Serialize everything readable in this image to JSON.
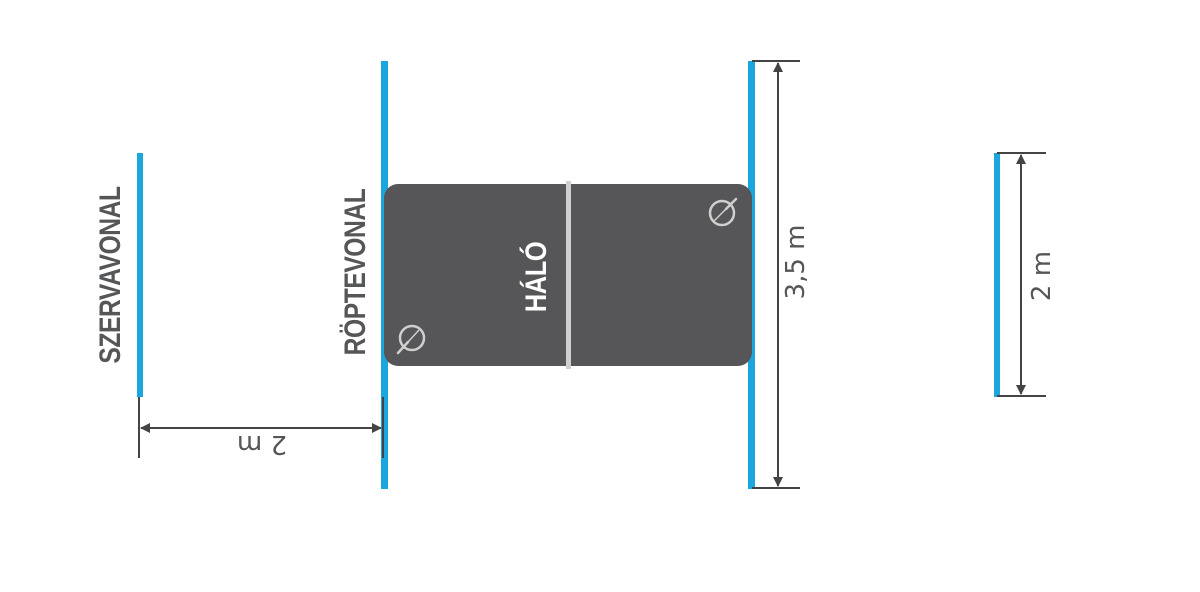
{
  "labels": {
    "serve_line": "SZERVAVONAL",
    "flight_line": "RÖPTEVONAL",
    "net": "HÁLÓ"
  },
  "dimensions": {
    "serve_to_flight": "2 m",
    "flight_line_length": "3,5 m",
    "serve_line_length": "2 m"
  },
  "colors": {
    "line": "#1ba7dd",
    "panel": "#565658",
    "text": "#555658",
    "net_divider": "#cfcfcf",
    "dimension": "#444444"
  },
  "icons": {
    "racket_bottom": "racket-icon",
    "racket_top": "racket-icon"
  }
}
